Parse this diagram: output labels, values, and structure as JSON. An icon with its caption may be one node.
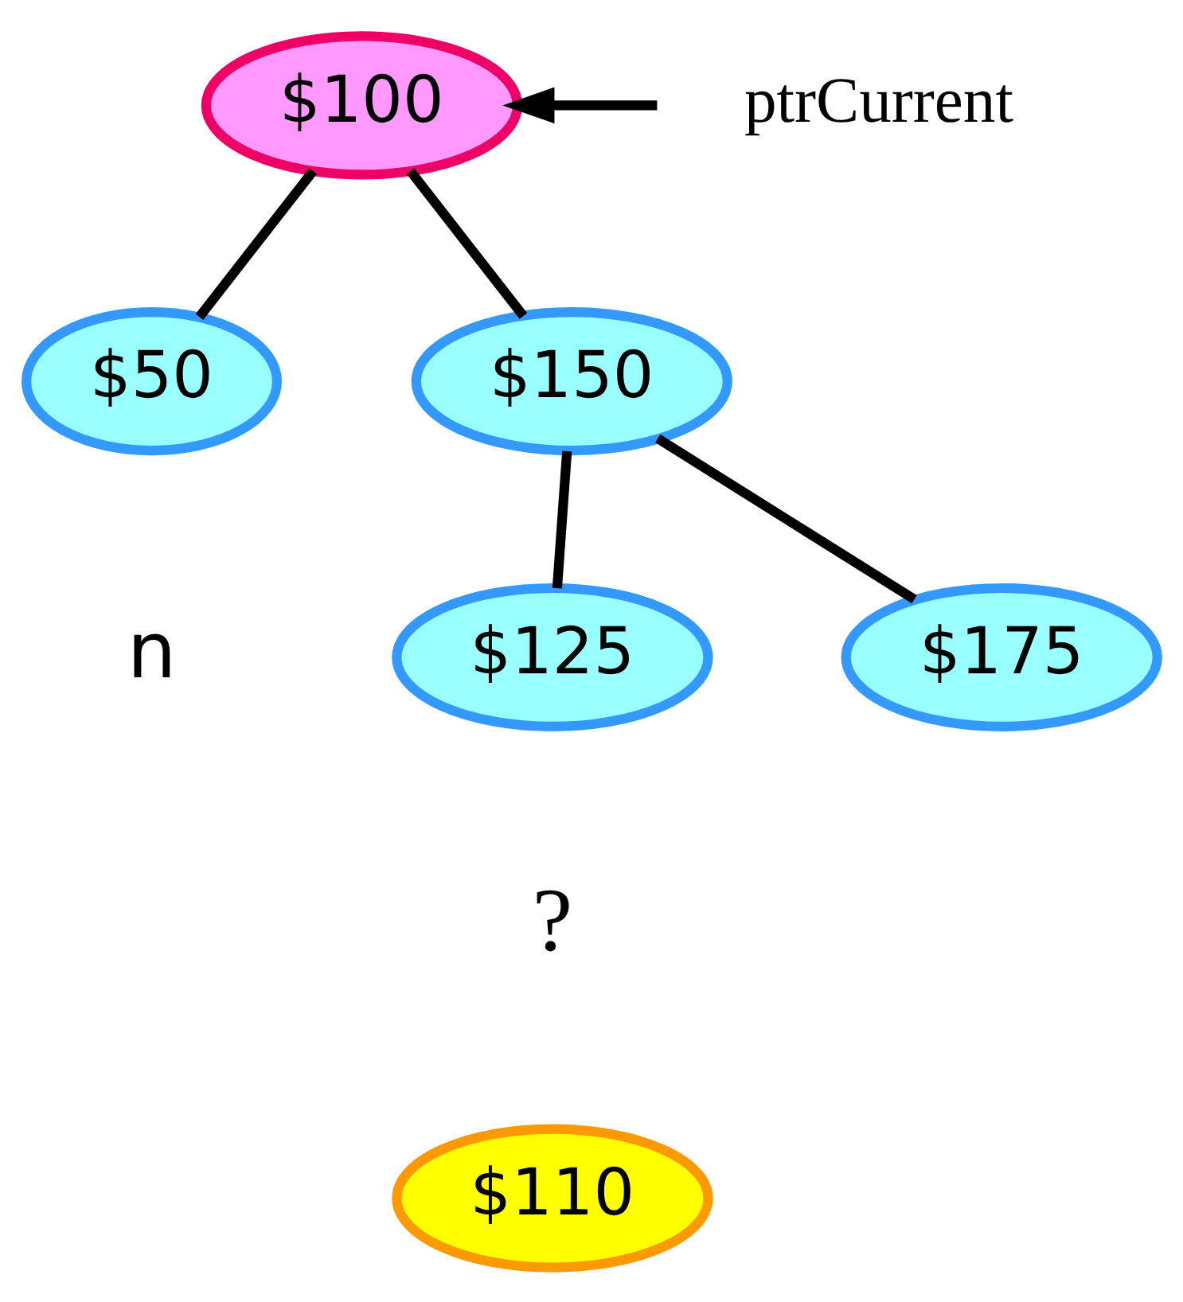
{
  "diagram": {
    "nodes": [
      {
        "text": [
          "$100"
        ]
      },
      {
        "text": [
          "ptrCurrent"
        ]
      },
      {
        "text": [
          "$50"
        ]
      },
      {
        "text": [
          "$150"
        ]
      },
      {
        "text": [
          "$125"
        ]
      },
      {
        "text": [
          "$175"
        ]
      },
      {
        "text": [
          "$110"
        ],
        "beside": [
          "?"
        ]
      }
    ],
    "edges": [
      {
        "from": 1,
        "to": 0,
        "arrow": "to"
      },
      {
        "from": 0,
        "to": 2,
        "arrow": "none"
      },
      {
        "from": 0,
        "to": 3,
        "arrow": "none"
      },
      {
        "from": 3,
        "to": 4,
        "arrow": "none"
      },
      {
        "from": 3,
        "to": 5,
        "arrow": "none"
      }
    ],
    "labels": [
      "n"
    ]
  }
}
